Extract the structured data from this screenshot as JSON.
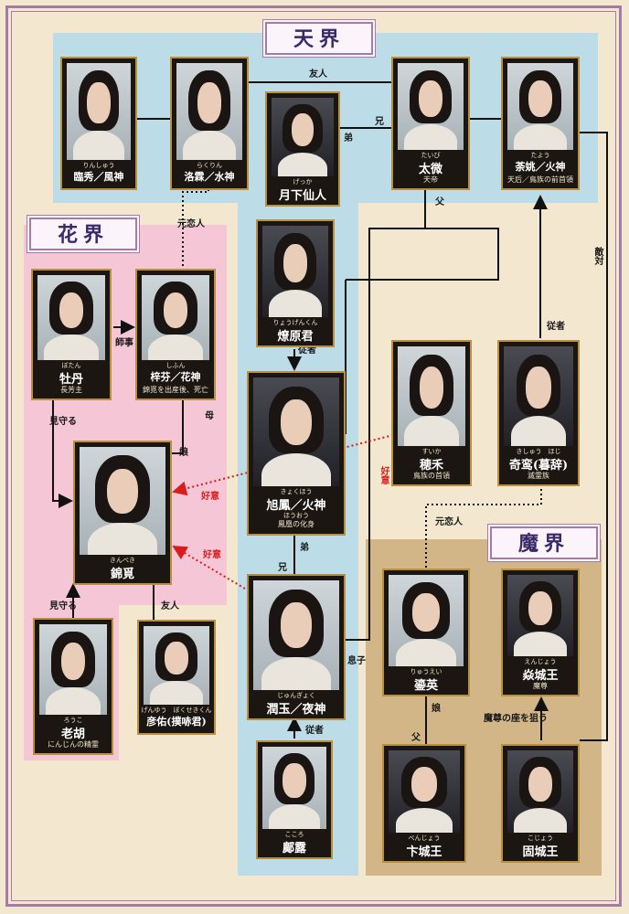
{
  "zones": {
    "heaven": "天界",
    "flower": "花界",
    "demon": "魔界"
  },
  "characters": [
    {
      "id": "rinshu",
      "furigana": "りんしゅう",
      "name": "臨秀／風神",
      "sub": ""
    },
    {
      "id": "rakurin",
      "furigana": "らくりん",
      "name": "洛霖／水神",
      "sub": ""
    },
    {
      "id": "gekka",
      "furigana": "げっか",
      "name": "月下仙人",
      "sub": ""
    },
    {
      "id": "taibi",
      "furigana": "たいび",
      "name": "太微",
      "sub": "天帝"
    },
    {
      "id": "tayo",
      "furigana": "たよう",
      "name": "荼姚／火神",
      "sub": "天后／鳥族の前首領"
    },
    {
      "id": "ryogen",
      "furigana": "りょうげんくん",
      "name": "燎原君",
      "sub": ""
    },
    {
      "id": "botan",
      "furigana": "ぼたん",
      "name": "牡丹",
      "sub": "長芳主"
    },
    {
      "id": "shifun",
      "furigana": "しふん",
      "name": "梓芬／花神",
      "sub": "錦覓を出産後、死亡"
    },
    {
      "id": "kyokuho",
      "furigana": "きょくほう",
      "name": "旭鳳／火神",
      "furigana2": "ほうおう",
      "sub": "鳳凰の化身"
    },
    {
      "id": "suika",
      "furigana": "すいか",
      "name": "穂禾",
      "sub": "鳥族の首領"
    },
    {
      "id": "kyuki",
      "furigana": "きしゅう　ほじ",
      "name": "奇鸾(暮辞)",
      "sub": "滅霊族"
    },
    {
      "id": "kinbeki",
      "furigana": "きんべき",
      "name": "錦覓",
      "sub": ""
    },
    {
      "id": "junoku",
      "furigana": "じゅんぎょく",
      "name": "潤玉／夜神",
      "sub": ""
    },
    {
      "id": "ryuei",
      "furigana": "りゅうえい",
      "name": "鎏英",
      "sub": ""
    },
    {
      "id": "enjo",
      "furigana": "えんじょう",
      "name": "焱城王",
      "sub": "魔尊"
    },
    {
      "id": "roko",
      "furigana": "ろうこ",
      "name": "老胡",
      "sub": "にんじんの精霊"
    },
    {
      "id": "genyu",
      "furigana": "げんゆう　ぼくせきくん",
      "name": "彦佑(撲哧君)",
      "sub": ""
    },
    {
      "id": "kokoro",
      "furigana": "こころ",
      "name": "鄺露",
      "sub": ""
    },
    {
      "id": "benjo",
      "furigana": "べんじょう",
      "name": "卞城王",
      "sub": ""
    },
    {
      "id": "kojo",
      "furigana": "こじょう",
      "name": "固城王",
      "sub": ""
    }
  ],
  "relations": {
    "yujin": "友人",
    "ani": "兄",
    "otouto": "弟",
    "chichi": "父",
    "moto_koibito": "元恋人",
    "shiji": "師事",
    "haha": "母",
    "musume": "娘",
    "mimamoru": "見守る",
    "jusha": "従者",
    "koui": "好意",
    "tekitai": "敵対",
    "musuko": "息子",
    "maison": "魔尊の座を狙う"
  },
  "colors": {
    "heaven": "#bcdde8",
    "flower": "#f5c6d6",
    "demon": "#d3b688",
    "frame": "#a37ba6",
    "affection": "#d91c1c",
    "card_border": "#b89040"
  }
}
